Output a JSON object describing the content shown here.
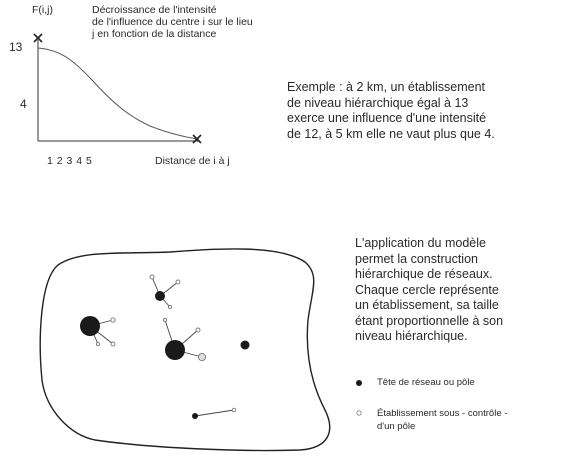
{
  "graph": {
    "y_axis_label": "F(i,j)",
    "y_tick_13": "13",
    "y_tick_4": "4",
    "title_lines": [
      "Décroissance de l'intensité",
      "de l'influence du centre i sur le lieu",
      "j en fonction de la distance"
    ],
    "x_ticks": "1 2 3 4 5",
    "x_axis_label": "Distance de i à j"
  },
  "example_lines": [
    "Exemple : à 2 km, un établissement",
    "de niveau hiérarchique égal à 13",
    "exerce une influence d'une intensité",
    "de 12, à 5 km elle ne vaut plus que 4."
  ],
  "model_lines": [
    "L'application du modèle",
    "permet la construction",
    "hiérarchique de réseaux.",
    "Chaque cercle représente",
    "un établissement, sa  taille",
    "étant proportionnelle à son",
    "niveau hiérarchique."
  ],
  "legend": {
    "head": "Tête de réseau ou pôle",
    "sub_line1": "Établissement sous - contrôle -",
    "sub_line2": "d'un pôle"
  }
}
